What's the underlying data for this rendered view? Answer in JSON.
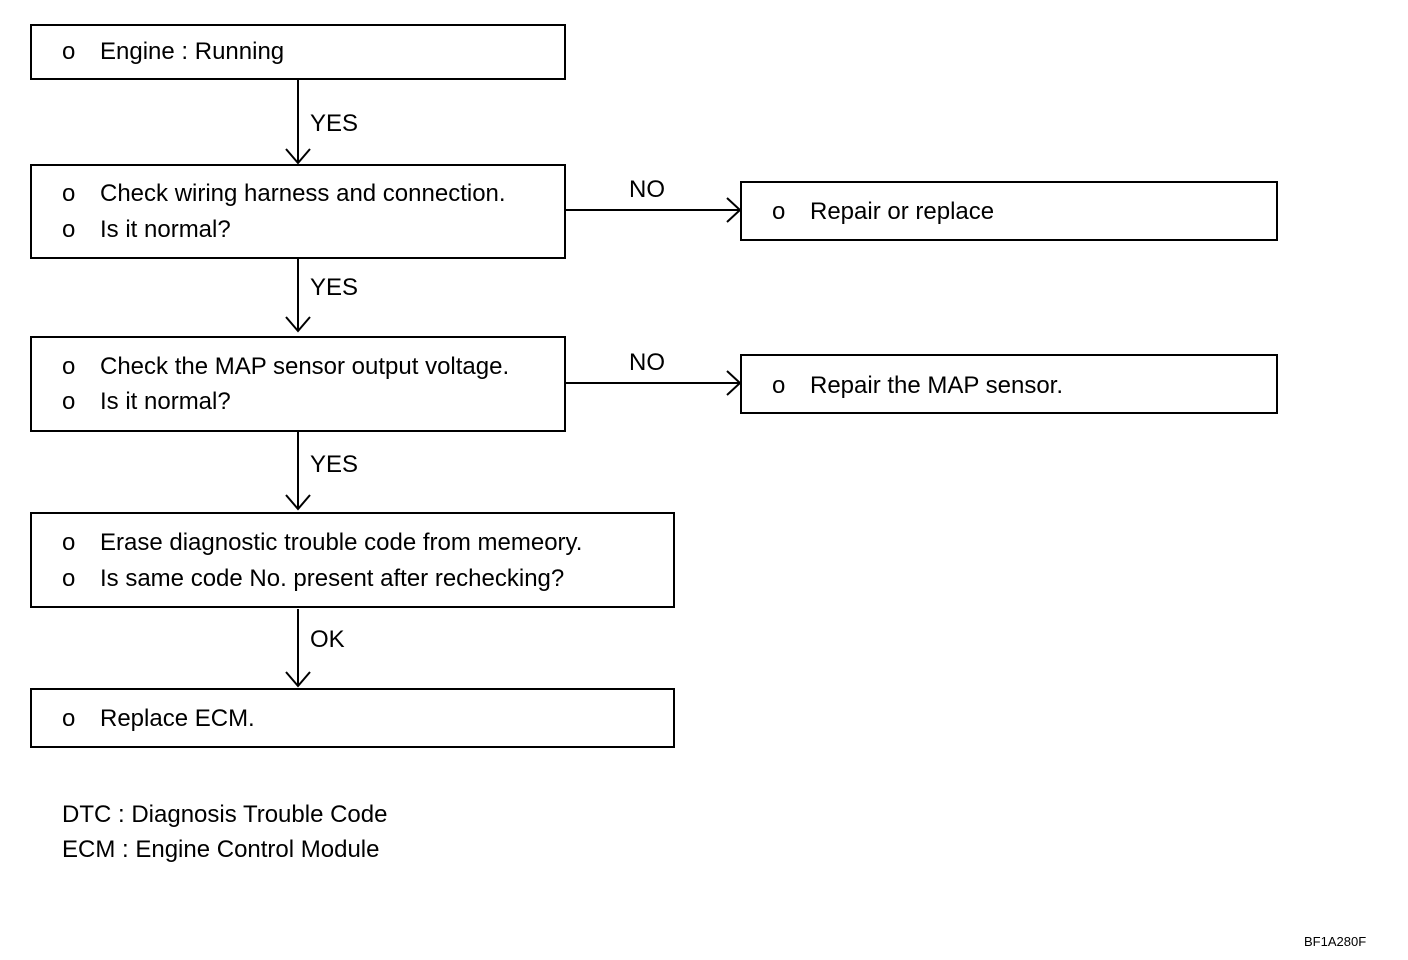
{
  "bullet_glyph": "o",
  "boxes": {
    "engine": {
      "lines": [
        "Engine : Running"
      ]
    },
    "wiring": {
      "lines": [
        "Check wiring harness and connection.",
        "Is it normal?"
      ]
    },
    "repair_replace": {
      "lines": [
        "Repair or replace"
      ]
    },
    "map_check": {
      "lines": [
        "Check the MAP sensor output voltage.",
        "Is it normal?"
      ]
    },
    "repair_map": {
      "lines": [
        "Repair the MAP sensor."
      ]
    },
    "erase": {
      "lines": [
        "Erase diagnostic trouble code from memeory.",
        "Is same code No. present after rechecking?"
      ]
    },
    "replace_ecm": {
      "lines": [
        "Replace ECM."
      ]
    }
  },
  "edge_labels": {
    "yes_1": "YES",
    "yes_2": "YES",
    "yes_3": "YES",
    "ok": "OK",
    "no_1": "NO",
    "no_2": "NO"
  },
  "legend": [
    "DTC : Diagnosis Trouble Code",
    "ECM : Engine Control Module"
  ],
  "figure_code": "BF1A280F"
}
